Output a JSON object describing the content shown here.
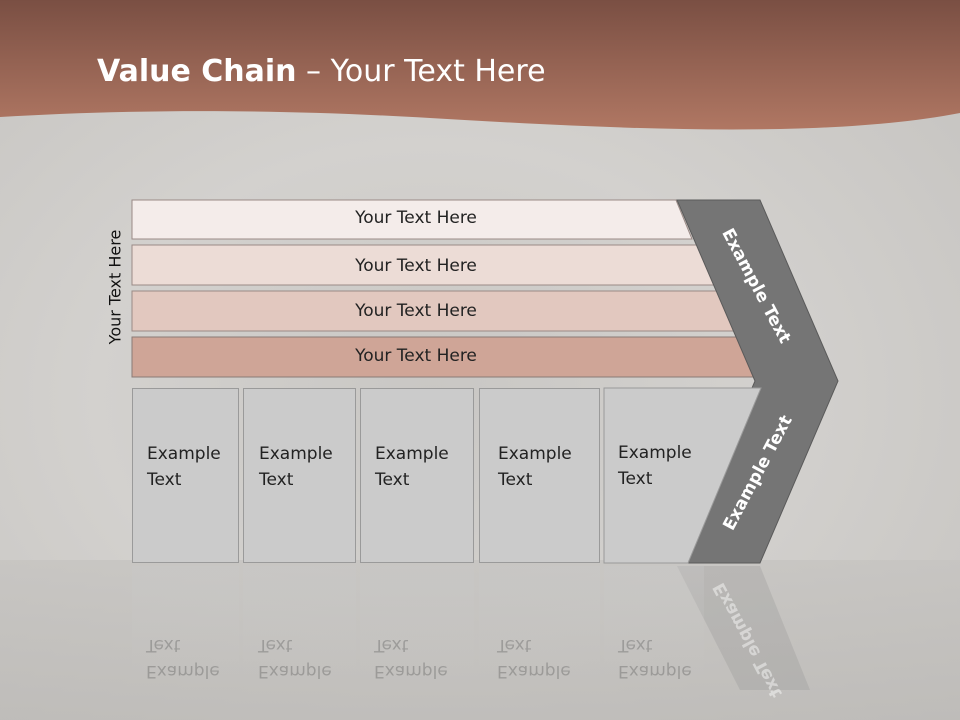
{
  "header": {
    "title_bold": "Value Chain",
    "title_rest": " – Your Text Here",
    "band_color": "#a86a55"
  },
  "side_label": "Your Text Here",
  "bands": [
    {
      "label": "Your Text Here",
      "color": "#f4ecea"
    },
    {
      "label": "Your Text Here",
      "color": "#ecdcd6"
    },
    {
      "label": "Your Text Here",
      "color": "#e2c8bf"
    },
    {
      "label": "Your Text Here",
      "color": "#cfa597"
    }
  ],
  "boxes": [
    {
      "line1": "Example",
      "line2": "Text"
    },
    {
      "line1": "Example",
      "line2": "Text"
    },
    {
      "line1": "Example",
      "line2": "Text"
    },
    {
      "line1": "Example",
      "line2": "Text"
    },
    {
      "line1": "Example",
      "line2": "Text"
    }
  ],
  "chevron": {
    "upper_label": "Example Text",
    "lower_label": "Example Text",
    "color": "#757575"
  }
}
